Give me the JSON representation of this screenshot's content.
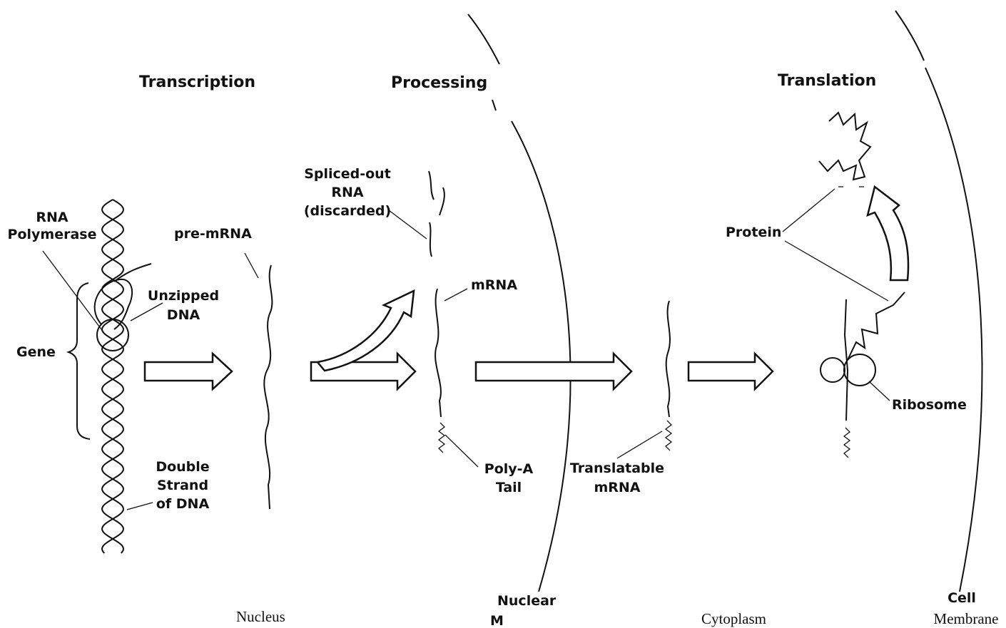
{
  "headings": {
    "transcription": "Transcription",
    "processing": "Processing",
    "translation": "Translation"
  },
  "labels": {
    "rna_polymerase": [
      "RNA",
      "Polymerase"
    ],
    "pre_mrna": "pre-mRNA",
    "unzipped_dna": [
      "Unzipped",
      "DNA"
    ],
    "gene": "Gene",
    "double_strand": [
      "Double",
      "Strand",
      "of DNA"
    ],
    "spliced_out": [
      "Spliced-out",
      "RNA",
      "(discarded)"
    ],
    "mrna": "mRNA",
    "poly_a": [
      "Poly-A",
      "Tail"
    ],
    "translatable": [
      "Translatable",
      "mRNA"
    ],
    "protein": "Protein",
    "ribosome": "Ribosome"
  },
  "regions": {
    "nucleus": "Nucleus",
    "nuclear_membrane": [
      "Nuclear",
      "M"
    ],
    "cytoplasm": "Cytoplasm",
    "cell_membrane": [
      "Cell",
      "Membrane"
    ]
  }
}
